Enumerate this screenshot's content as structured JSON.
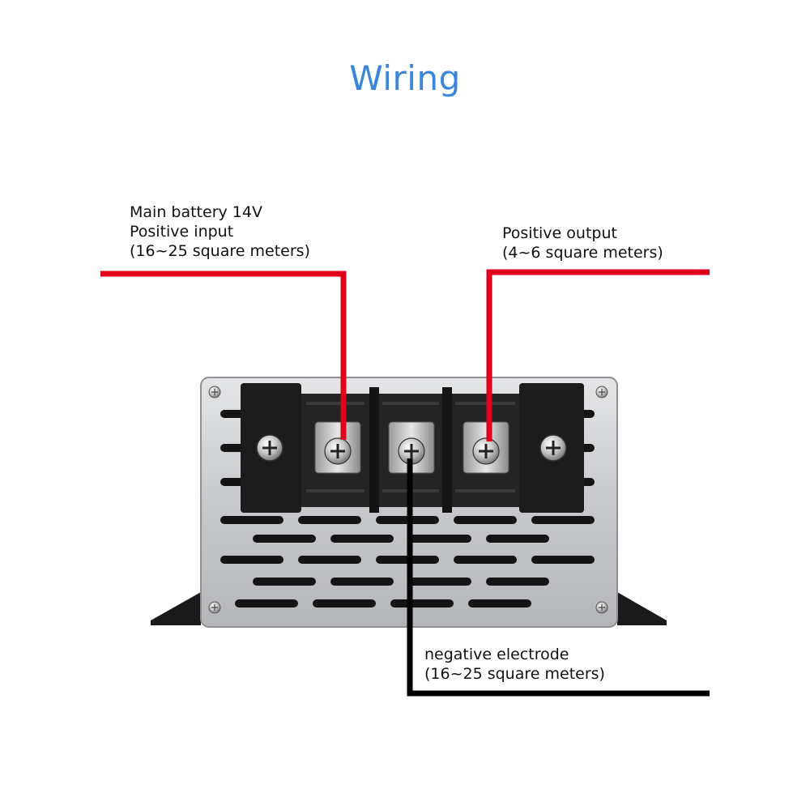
{
  "title": "Wiring",
  "labels": {
    "main_input": {
      "line1": "Main battery 14V",
      "line2": "Positive input",
      "line3": "(16~25 square meters)"
    },
    "positive_output": {
      "line1": "Positive output",
      "line2": "(4~6 square meters)"
    },
    "negative": {
      "line1": "negative electrode",
      "line2": "(16~25 square meters)"
    }
  },
  "colors": {
    "title": "#3a86dc",
    "positive_wire": "#e0001b",
    "negative_wire": "#000000",
    "housing": "#c9cbce",
    "terminal_block": "#1c1c1c"
  }
}
